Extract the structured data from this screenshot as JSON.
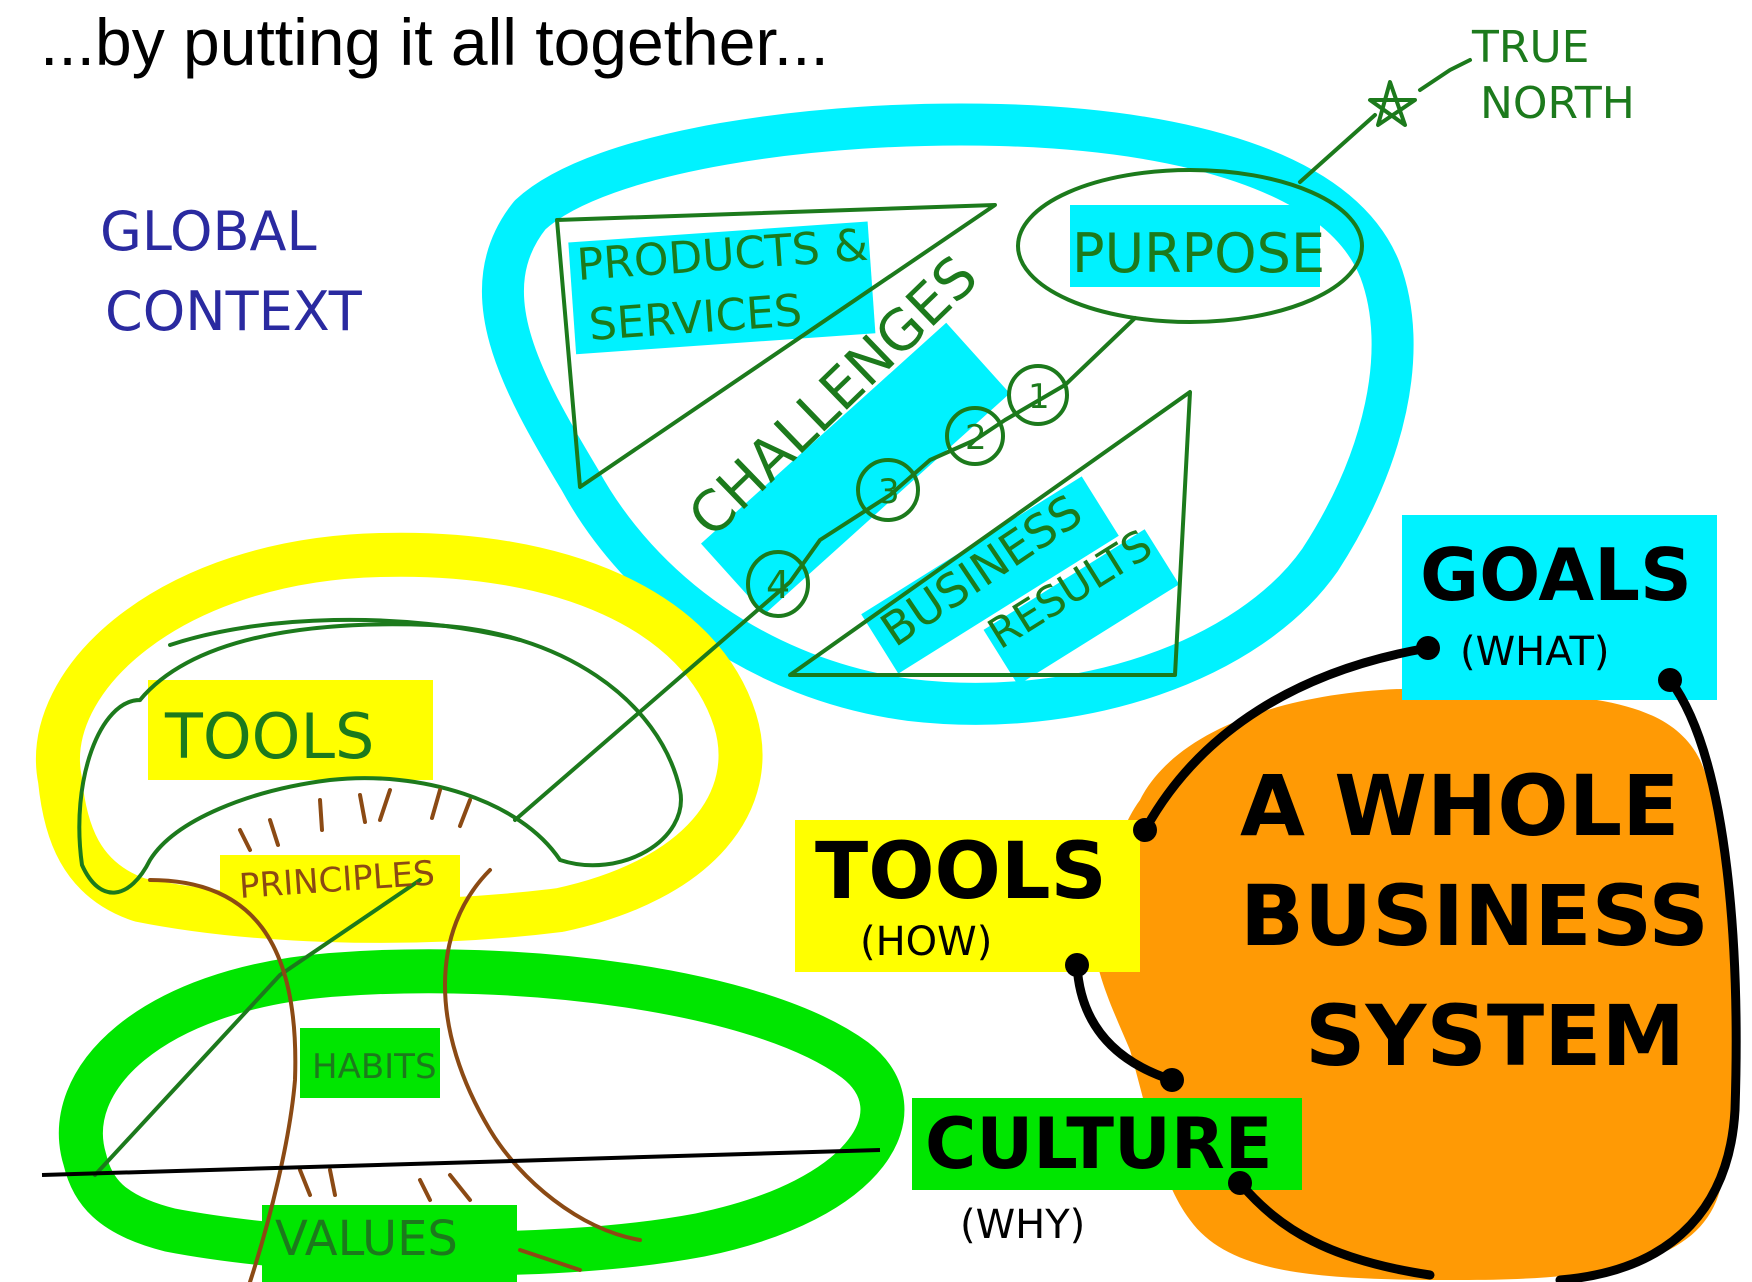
{
  "title": "...by putting it all together...",
  "labels": {
    "true_north_1": "TRUE",
    "true_north_2": "NORTH",
    "global_context_1": "GLOBAL",
    "global_context_2": "CONTEXT",
    "products_1": "PRODUCTS &",
    "products_2": "SERVICES",
    "purpose": "PURPOSE",
    "challenges": "CHALLENGES",
    "step_1": "1",
    "step_2": "2",
    "step_3": "3",
    "step_4": "4",
    "business": "BUSINESS",
    "results": "RESULTS",
    "tools_inner": "TOOLS",
    "principles": "PRINCIPLES",
    "habits": "HABITS",
    "values": "VALUES",
    "goals": "GOALS",
    "goals_sub": "(WHAT)",
    "tools": "TOOLS",
    "tools_sub": "(HOW)",
    "culture": "CULTURE",
    "culture_sub": "(WHY)",
    "system_1": "A WHOLE",
    "system_2": "BUSINESS",
    "system_3": "SYSTEM"
  },
  "colors": {
    "cyan": "#00f2ff",
    "yellow": "#ffff00",
    "green": "#00e600",
    "orange": "#ff9a05",
    "ink_green": "#1c7a1c",
    "ink_brown": "#8b4a14",
    "ink_blue": "#2a2aa0",
    "ink_black": "#000000"
  }
}
